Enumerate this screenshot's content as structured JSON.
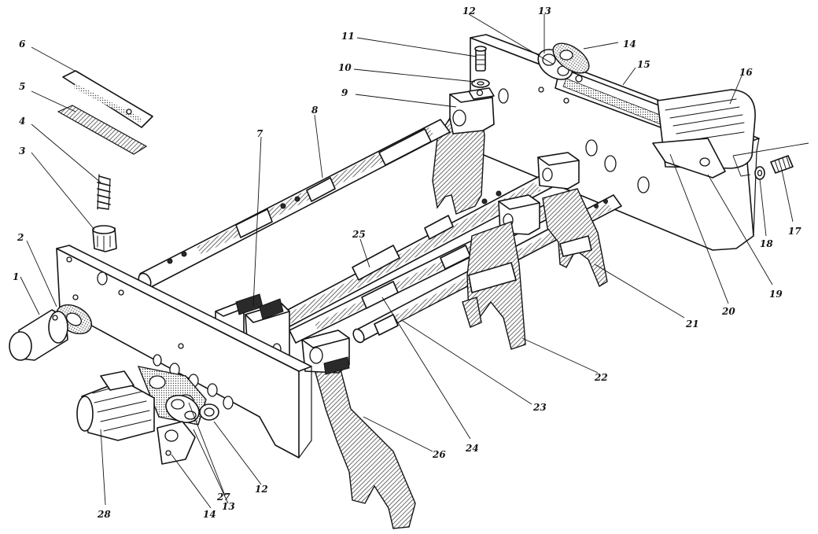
{
  "figure": {
    "callouts": {
      "c1": "1",
      "c2": "2",
      "c3": "3",
      "c4": "4",
      "c5": "5",
      "c6": "6",
      "c7": "7",
      "c8": "8",
      "c9": "9",
      "c10": "10",
      "c11": "11",
      "c12a": "12",
      "c12b": "12",
      "c13a": "13",
      "c13b": "13",
      "c14a": "14",
      "c14b": "14",
      "c15": "15",
      "c16": "16",
      "c17": "17",
      "c18": "18",
      "c19": "19",
      "c20": "20",
      "c21": "21",
      "c22": "22",
      "c23": "23",
      "c24": "24",
      "c25": "25",
      "c26": "26",
      "c27": "27",
      "c28": "28"
    }
  }
}
